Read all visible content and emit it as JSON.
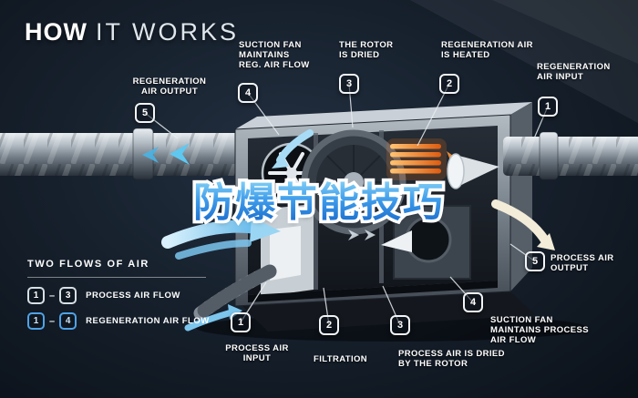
{
  "title": {
    "word1": "HOW",
    "word2": "IT WORKS"
  },
  "watermark": {
    "text": "防爆节能技巧"
  },
  "callouts": [
    {
      "num": "5",
      "lines": [
        "REGENERATION",
        "AIR OUTPUT"
      ]
    },
    {
      "num": "4",
      "lines": [
        "SUCTION FAN",
        "MAINTAINS",
        "REG. AIR FLOW"
      ]
    },
    {
      "num": "3",
      "lines": [
        "THE ROTOR",
        "IS DRIED"
      ]
    },
    {
      "num": "2",
      "lines": [
        "REGENERATION AIR",
        "IS HEATED"
      ]
    },
    {
      "num": "1",
      "lines": [
        "REGENERATION",
        "AIR INPUT"
      ]
    },
    {
      "num": "5",
      "lines": [
        "PROCESS AIR",
        "OUTPUT"
      ]
    },
    {
      "num": "4",
      "lines": [
        "SUCTION FAN",
        "MAINTAINS PROCESS",
        "AIR FLOW"
      ]
    },
    {
      "num": "3",
      "lines": [
        "PROCESS AIR IS DRIED",
        "BY THE ROTOR"
      ]
    },
    {
      "num": "2",
      "lines": [
        "FILTRATION"
      ]
    },
    {
      "num": "1",
      "lines": [
        "PROCESS AIR",
        "INPUT"
      ]
    }
  ],
  "legend": {
    "title": "TWO FLOWS OF AIR",
    "dash": "–",
    "rows": [
      {
        "from": "1",
        "to": "3",
        "label": "PROCESS AIR FLOW"
      },
      {
        "from": "1",
        "to": "4",
        "label": "REGENERATION AIR FLOW"
      }
    ]
  },
  "colors": {
    "background": "#101a26",
    "flow_blue": "#6cc4f0",
    "heater_orange": "#f07a20",
    "watermark_blue": "#2f8fe6",
    "process_cream": "#f2ead6"
  }
}
